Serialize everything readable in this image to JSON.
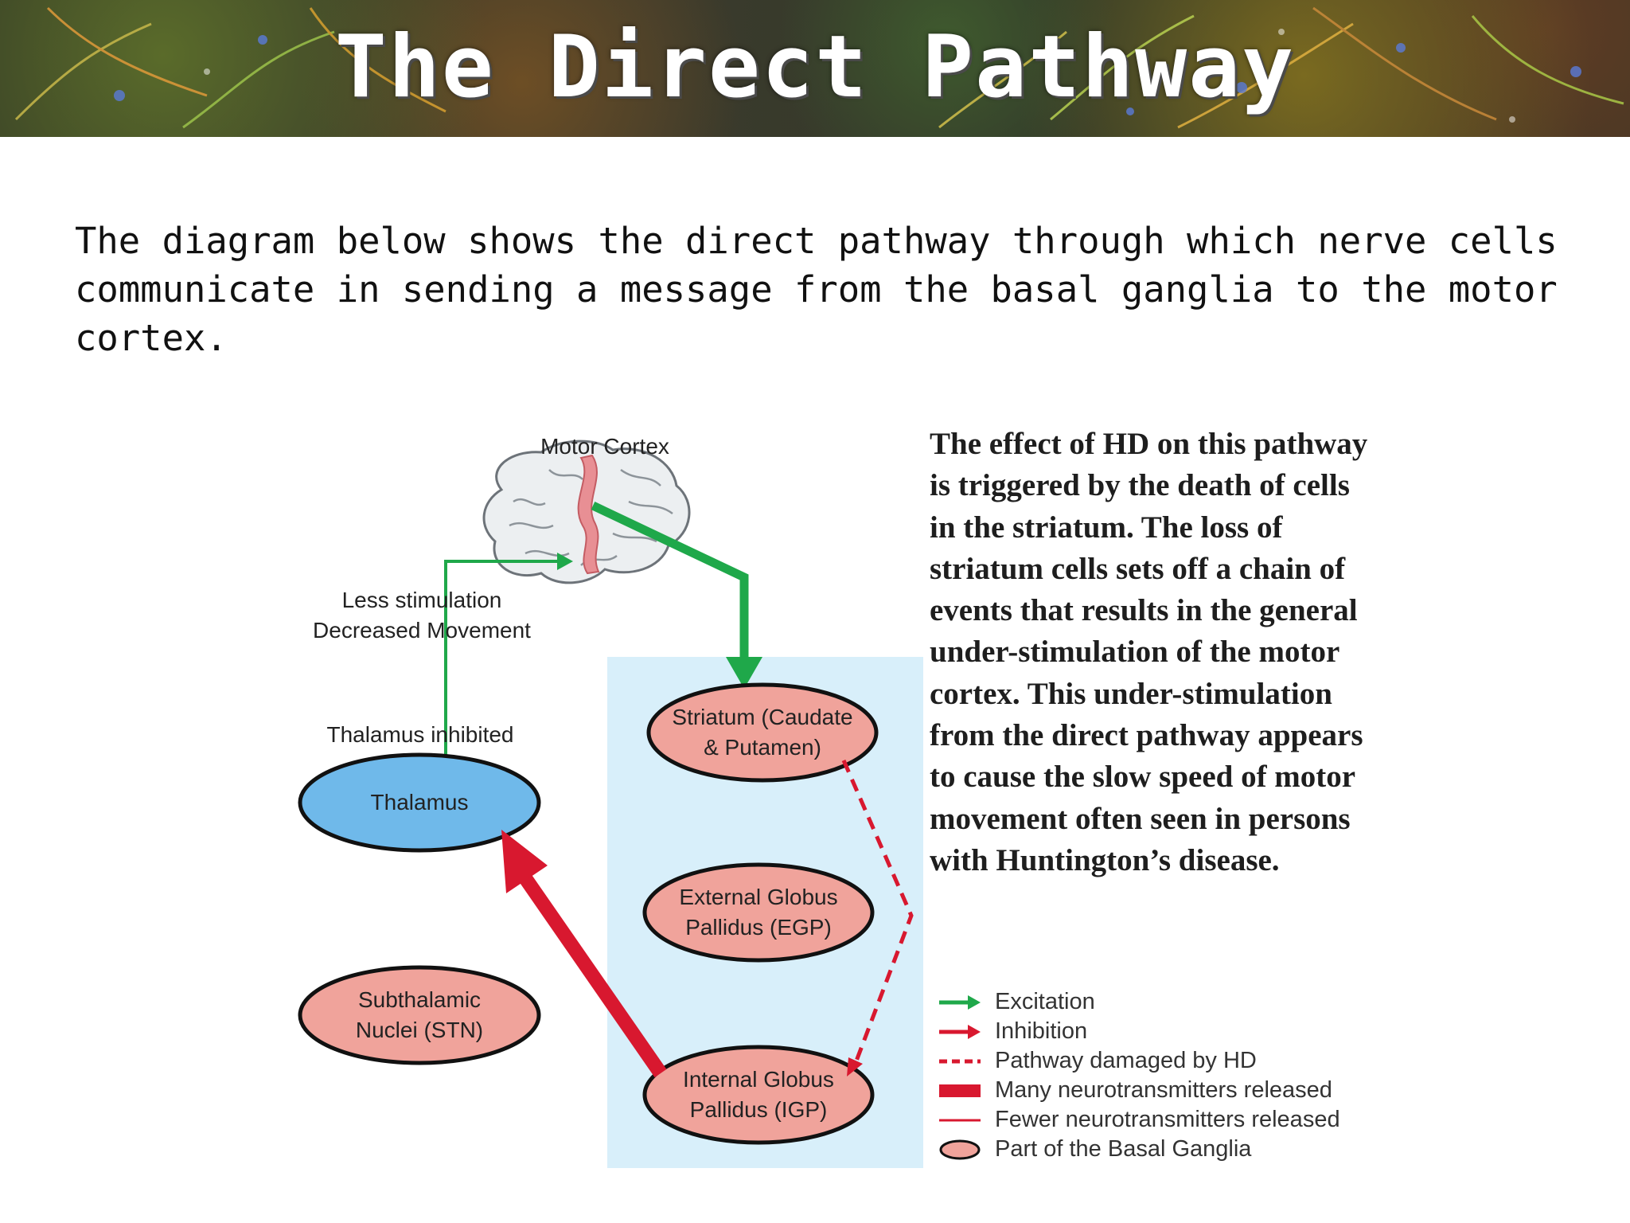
{
  "slide": {
    "title": "The Direct Pathway",
    "intro": "The diagram below shows the direct pathway through which nerve cells communicate in sending a message from the basal ganglia to the motor cortex."
  },
  "diagram": {
    "motor_cortex_label": "Motor Cortex",
    "less_stimulation": "Less stimulation",
    "decreased_movement": "Decreased Movement",
    "thalamus_inhibited": "Thalamus inhibited",
    "thalamus": "Thalamus",
    "striatum_line1": "Striatum (Caudate",
    "striatum_line2": "& Putamen)",
    "egp_line1": "External Globus",
    "egp_line2": "Pallidus (EGP)",
    "stn_line1": "Subthalamic",
    "stn_line2": "Nuclei (STN)",
    "igp_line1": "Internal Globus",
    "igp_line2": "Pallidus (IGP)",
    "colors": {
      "excitation": "#1fa84a",
      "inhibition": "#d8182f",
      "basal_ganglia_fill": "#f0a39b",
      "thalamus_fill": "#6fb9ea",
      "basal_ganglia_region": "#d8effa"
    }
  },
  "effect_text": "The effect of HD on this pathway is triggered by the death of cells in the striatum. The loss of striatum cells sets off a chain of events that results in the general under-stimulation of the motor cortex. This under-stimulation from the direct pathway appears to cause the slow speed of motor movement often seen in persons with Huntington’s disease.",
  "legend": [
    {
      "icon": "excitation-arrow-icon",
      "label": "Excitation"
    },
    {
      "icon": "inhibition-arrow-icon",
      "label": "Inhibition"
    },
    {
      "icon": "dashed-line-icon",
      "label": "Pathway damaged by HD"
    },
    {
      "icon": "thick-bar-icon",
      "label": "Many neurotransmitters released"
    },
    {
      "icon": "thin-line-icon",
      "label": "Fewer neurotransmitters released"
    },
    {
      "icon": "pink-oval-icon",
      "label": "Part of the Basal Ganglia"
    }
  ]
}
